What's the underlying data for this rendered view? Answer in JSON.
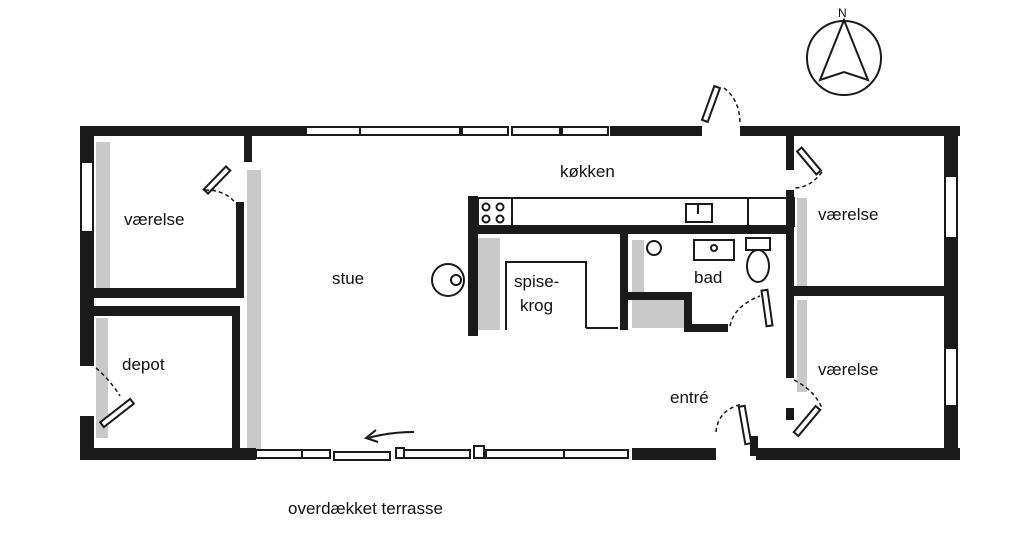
{
  "compass": {
    "label": "N"
  },
  "rooms": {
    "vaerelse_nw": "værelse",
    "depot": "depot",
    "stue": "stue",
    "koekken": "køkken",
    "spisekrog_1": "spise-",
    "spisekrog_2": "krog",
    "bad": "bad",
    "entre": "entré",
    "vaerelse_ne": "værelse",
    "vaerelse_se": "værelse"
  },
  "outside": {
    "terrace": "overdækket terrasse"
  }
}
